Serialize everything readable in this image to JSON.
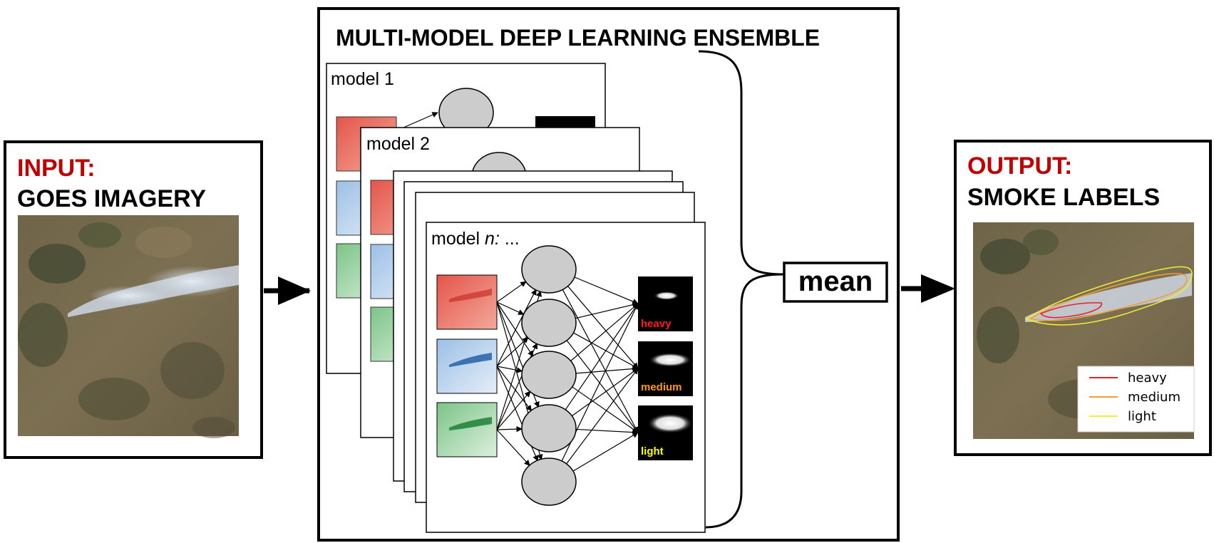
{
  "input": {
    "heading": "INPUT:",
    "subheading": "GOES IMAGERY",
    "heading_color": "#c00000"
  },
  "ensemble": {
    "title": "MULTI-MODEL DEEP LEARNING ENSEMBLE",
    "models": [
      {
        "label": "model 1"
      },
      {
        "label": "model 2"
      },
      {
        "label_prefix": "model ",
        "label_italic": "n:",
        "label_suffix": " ..."
      }
    ],
    "channel_colors": [
      "#d94a3a",
      "#4a86c8",
      "#3c9a4a"
    ],
    "output_labels": [
      {
        "text": "heavy",
        "color": "#ff1a1a"
      },
      {
        "text": "medium",
        "color": "#ff9900"
      },
      {
        "text": "light",
        "color": "#ffff00"
      }
    ],
    "aggregate": "mean"
  },
  "output": {
    "heading": "OUTPUT:",
    "subheading": "SMOKE LABELS",
    "heading_color": "#c00000",
    "legend": [
      {
        "text": "heavy",
        "color": "#e8202a"
      },
      {
        "text": "medium",
        "color": "#f0a030"
      },
      {
        "text": "light",
        "color": "#f2ee30"
      }
    ]
  }
}
